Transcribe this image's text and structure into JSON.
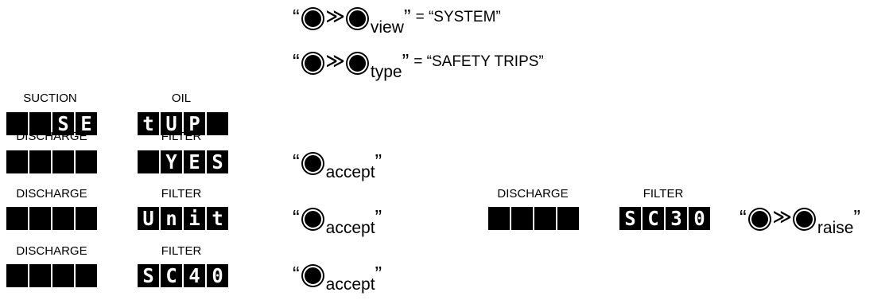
{
  "sequences": [
    {
      "buttons": [
        "button",
        "button"
      ],
      "suffix": "view",
      "result": "= “SYSTEM”"
    },
    {
      "buttons": [
        "button",
        "button"
      ],
      "suffix": "type",
      "result": "= “SAFETY TRIPS”"
    },
    {
      "buttons": [
        "button"
      ],
      "suffix": "accept",
      "result": ""
    },
    {
      "buttons": [
        "button"
      ],
      "suffix": "accept",
      "result": ""
    },
    {
      "buttons": [
        "button",
        "button"
      ],
      "suffix": "raise",
      "result": ""
    },
    {
      "buttons": [
        "button"
      ],
      "suffix": "accept",
      "result": ""
    }
  ],
  "quote_open": "“",
  "quote_close": "”",
  "chevron": "≫",
  "displays": [
    {
      "label": "SUCTION",
      "chars": [
        "",
        "",
        "S",
        "E"
      ]
    },
    {
      "label": "OIL",
      "chars": [
        "t",
        "U",
        "P",
        ""
      ]
    },
    {
      "label": "DISCHARGE",
      "chars": [
        "",
        "",
        "",
        ""
      ]
    },
    {
      "label": "FILTER",
      "chars": [
        "",
        "Y",
        "E",
        "S"
      ]
    },
    {
      "label": "DISCHARGE",
      "chars": [
        "",
        "",
        "",
        ""
      ]
    },
    {
      "label": "FILTER",
      "chars": [
        "U",
        "n",
        "i",
        "t"
      ]
    },
    {
      "label": "DISCHARGE",
      "chars": [
        "",
        "",
        "",
        ""
      ]
    },
    {
      "label": "FILTER",
      "chars": [
        "S",
        "C",
        "4",
        "0"
      ]
    },
    {
      "label": "DISCHARGE",
      "chars": [
        "",
        "",
        "",
        ""
      ]
    },
    {
      "label": "FILTER",
      "chars": [
        "S",
        "C",
        "3",
        "0"
      ]
    }
  ],
  "colors": {
    "ink": "#000000",
    "paper": "#ffffff"
  }
}
